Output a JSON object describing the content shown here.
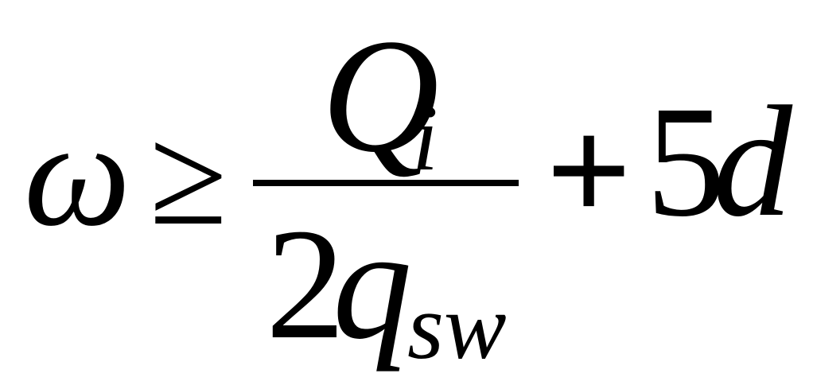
{
  "formula": {
    "lhs": "ω",
    "relation": "≥",
    "numerator": {
      "base": "Q",
      "subscript": "i"
    },
    "denominator": {
      "coefficient": "2",
      "base": "q",
      "subscript": "sw"
    },
    "operator": "+",
    "term": {
      "coefficient": "5",
      "variable": "d"
    }
  }
}
